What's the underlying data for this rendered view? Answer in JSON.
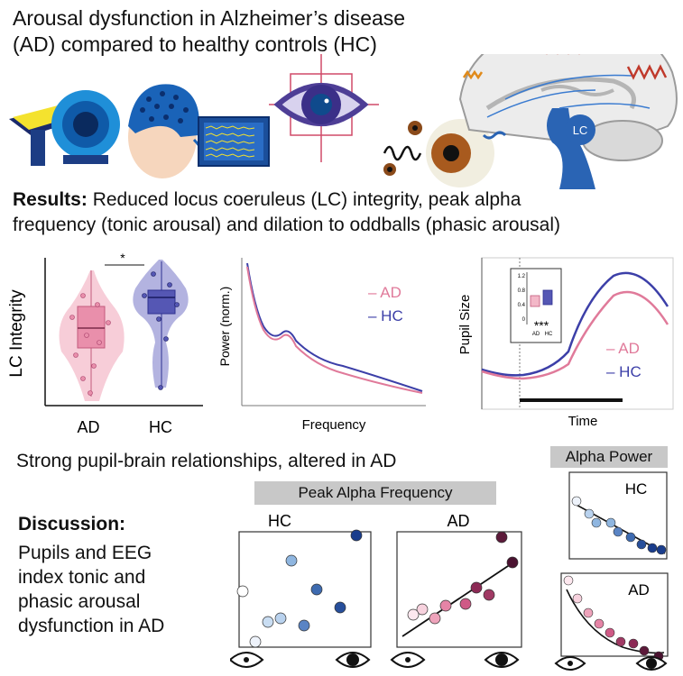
{
  "title": {
    "line1": "Arousal dysfunction in Alzheimer’s disease",
    "line2": "(AD) compared to healthy controls (HC)"
  },
  "brain_label": "LC",
  "results": {
    "heading": "Results:",
    "line1": " Reduced locus coeruleus (LC) integrity, peak alpha",
    "line2": "frequency (tonic arousal) and dilation to oddballs (phasic arousal)"
  },
  "panel_lc": {
    "ylabel": "LC Integrity",
    "groups": [
      "AD",
      "HC"
    ],
    "significance": "*"
  },
  "panel_power": {
    "ylabel": "Power (norm.)",
    "xlabel": "Frequency",
    "legend": [
      "– AD",
      "– HC"
    ]
  },
  "panel_pupil": {
    "ylabel": "Pupil Size",
    "xlabel": "Time",
    "legend": [
      "– AD",
      "– HC"
    ],
    "inset_ticks": [
      "1.2",
      "0.8",
      "0.4",
      "0"
    ],
    "inset_groups": [
      "AD",
      "HC"
    ],
    "inset_significance": "***"
  },
  "strong_text": "Strong pupil-brain relationships, altered in AD",
  "discussion": {
    "heading": "Discussion:",
    "lines": [
      "Pupils and EEG",
      "index tonic and",
      "phasic arousal",
      "dysfunction in AD"
    ]
  },
  "peak_alpha": {
    "header": "Peak Alpha Frequency",
    "hc_label": "HC",
    "ad_label": "AD"
  },
  "alpha_power": {
    "header": "Alpha Power",
    "hc_label": "HC",
    "ad_label": "AD"
  },
  "colors": {
    "ad": "#e07a9a",
    "ad_light": "#f3b8c8",
    "hc": "#3c3fa8",
    "hc_light": "#9a9ad6",
    "gray_box": "#c8c8c8"
  }
}
